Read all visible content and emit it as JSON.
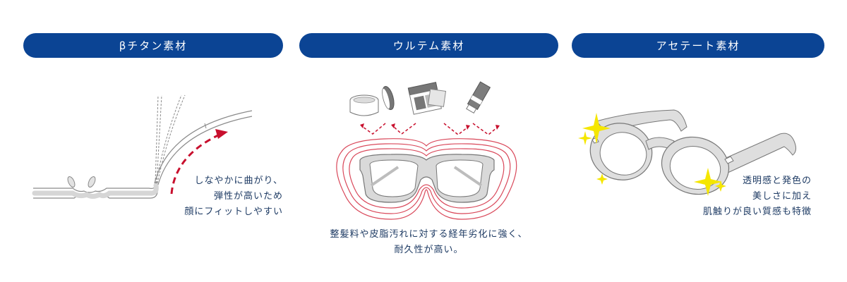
{
  "colors": {
    "pill_bg": "#0b4494",
    "pill_text": "#ffffff",
    "caption_text": "#1d3a63",
    "accent_red": "#c8102e",
    "contour_pink": "#d9485a",
    "sparkle_yellow": "#f5e600",
    "frame_gray": "#d9d9d9",
    "outline_gray": "#6e6e6e"
  },
  "sections": [
    {
      "title": "βチタン素材",
      "illustration": "flexible-temple-bending-diagram",
      "caption_lines": [
        "しなやかに曲がり、",
        "弾性が高いため",
        "顔にフィットしやすい"
      ]
    },
    {
      "title": "ウルテム素材",
      "illustration": "chemical-resistance-glasses-diagram",
      "icons": [
        "cream-jar-icon",
        "cosmetic-palette-icon",
        "tube-icon"
      ],
      "caption_lines": [
        "整髪料や皮脂汚れに対する経年劣化に強く、",
        "耐久性が高い。"
      ]
    },
    {
      "title": "アセテート素材",
      "illustration": "sparkling-acetate-glasses",
      "caption_lines": [
        "透明感と発色の",
        "美しさに加え",
        "肌触りが良い質感も特徴"
      ]
    }
  ]
}
